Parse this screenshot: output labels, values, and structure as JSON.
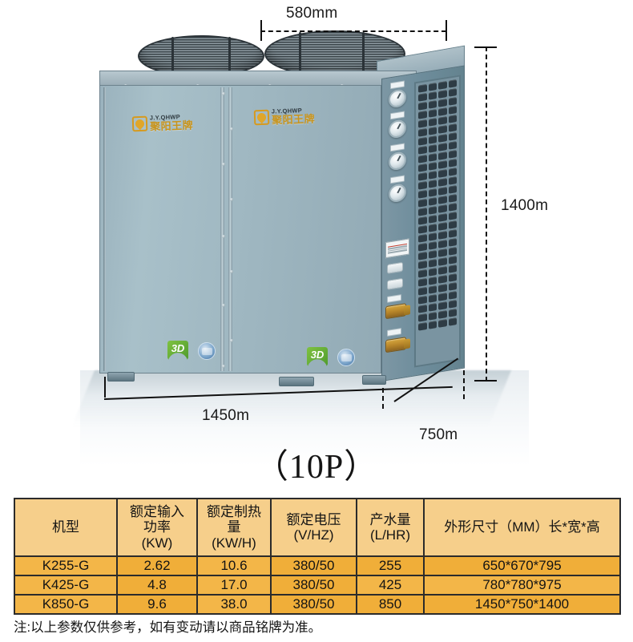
{
  "product": {
    "caption": "（10P）",
    "brand_en": "J.Y.QHWP",
    "brand_cn": "聚阳王牌",
    "badge_3d": "3D",
    "body_color": "#9ab2bd",
    "side_color": "#6e8d9c",
    "accent_color": "#d69a1e"
  },
  "dimensions": {
    "width_top": "580mm",
    "height_right": "1400m",
    "length_bottom": "1450m",
    "depth_bottom": "750m"
  },
  "table": {
    "headers": [
      "机型",
      "额定输入功率（KW）",
      "额定制热量（KW/H）",
      "额定电压（V/HZ）",
      "产水量（L/HR）",
      "外形尺寸（MM）长*宽*高"
    ],
    "headers_lines": [
      [
        "机型"
      ],
      [
        "额定输入",
        "功率",
        "(KW)"
      ],
      [
        "额定制热",
        "量",
        "(KW/H)"
      ],
      [
        "额定电压",
        "(V/HZ)"
      ],
      [
        "产水量",
        "(L/HR)"
      ],
      [
        "外形尺寸（MM）长*宽*高"
      ]
    ],
    "rows": [
      [
        "K255-G",
        "2.62",
        "10.6",
        "380/50",
        "255",
        "650*670*795"
      ],
      [
        "K425-G",
        "4.8",
        "17.0",
        "380/50",
        "425",
        "780*780*975"
      ],
      [
        "K850-G",
        "9.6",
        "38.0",
        "380/50",
        "850",
        "1450*750*1400"
      ]
    ]
  },
  "note": "注:以上参数仅供参考，如有变动请以商品铭牌为准。"
}
